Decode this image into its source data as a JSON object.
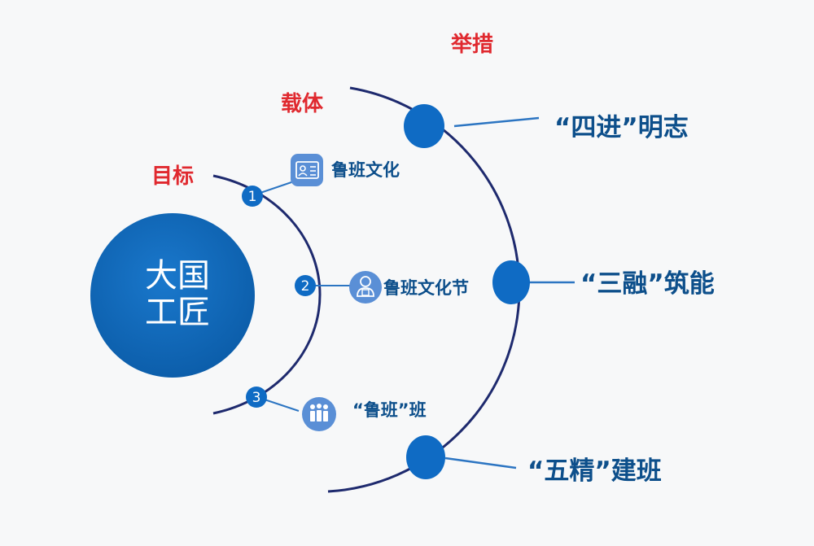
{
  "center": {
    "line1": "大国",
    "line2": "工匠"
  },
  "column_labels": {
    "goal": "目标",
    "carrier": "载体",
    "measure": "举措"
  },
  "carriers": [
    {
      "num": "1",
      "label": "鲁班文化",
      "icon": "id-card-icon"
    },
    {
      "num": "2",
      "label": "鲁班文化节",
      "icon": "person-icon"
    },
    {
      "num": "3",
      "label": "“鲁班”班",
      "icon": "group-icon"
    }
  ],
  "measures": [
    {
      "label": "“四进”明志"
    },
    {
      "label": "“三融”筑能"
    },
    {
      "label": "“五精”建班"
    }
  ],
  "colors": {
    "arc": "#1e2a6e",
    "node": "#0f6bc4",
    "center": "#1068bd",
    "icon_bg": "#5a8fd6",
    "label_red": "#e0292f",
    "label_blue": "#0d4f8b"
  }
}
